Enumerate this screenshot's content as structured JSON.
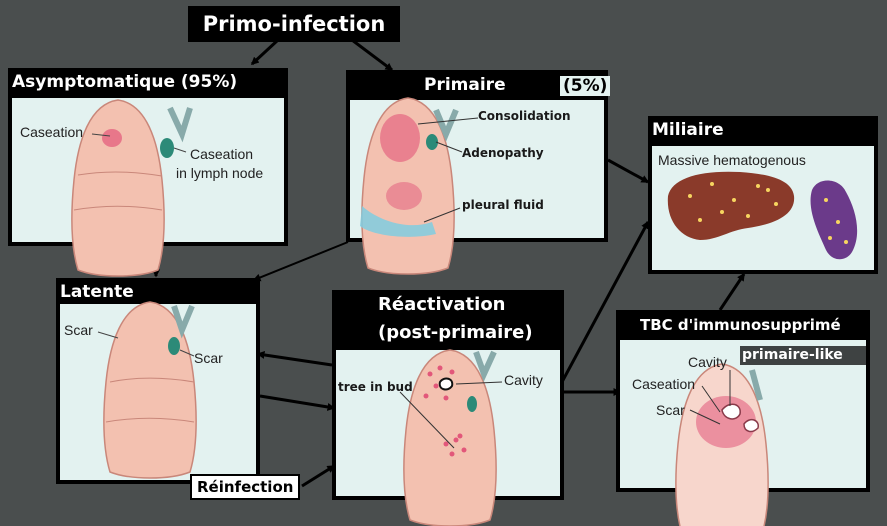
{
  "title": "Primo-infection",
  "boxes": {
    "asymptomatique": {
      "title": "Asymptomatique (95%)",
      "labels": [
        "Caseation",
        "Caseation",
        "in lymph node"
      ]
    },
    "primaire": {
      "title": "Primaire",
      "percent": "(5%)",
      "labels": [
        "Consolidation",
        "Adenopathy",
        "pleural fluid"
      ]
    },
    "miliaire": {
      "title": "Miliaire",
      "labels": [
        "Massive hematogenous"
      ]
    },
    "latente": {
      "title": "Latente",
      "labels": [
        "Scar",
        "Scar"
      ]
    },
    "reactivation": {
      "title_line1": "Réactivation",
      "title_line2": "(post-primaire)",
      "labels": [
        "tree in bud",
        "Cavity"
      ]
    },
    "immuno": {
      "title": "TBC d'immunosupprimé",
      "badge": "primaire-like",
      "labels": [
        "Cavity",
        "Caseation",
        "Scar"
      ]
    }
  },
  "reinfection": "Réinfection",
  "colors": {
    "background": "#4a4e4e",
    "panel": "#e3f2f0",
    "lung": "#f3c1b0",
    "lesion": "#e2577a",
    "node": "#2c8a78",
    "fluid": "#7fcde0",
    "liver": "#8a3a2a",
    "spleen": "#6b3a8a"
  }
}
